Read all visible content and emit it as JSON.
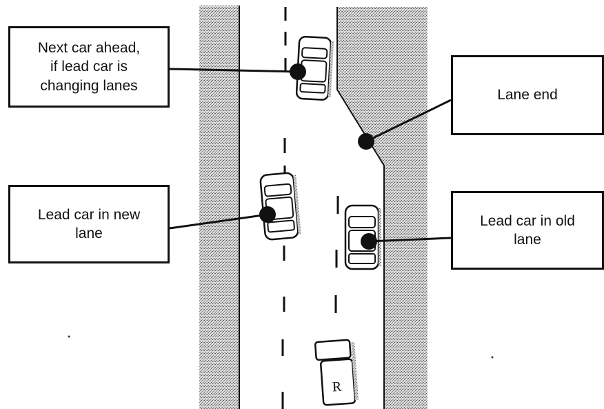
{
  "callouts": {
    "next_car_ahead": "Next car ahead,\nif lead car is\nchanging lanes",
    "lane_end": "Lane end",
    "lead_car_new_lane": "Lead car in new\nlane",
    "lead_car_old_lane": "Lead car in old\nlane"
  },
  "vehicles": {
    "subject_car_marker": "R"
  },
  "colors": {
    "ink": "#111111",
    "shoulder_fill": "#bdbdbd",
    "paper": "#ffffff"
  }
}
